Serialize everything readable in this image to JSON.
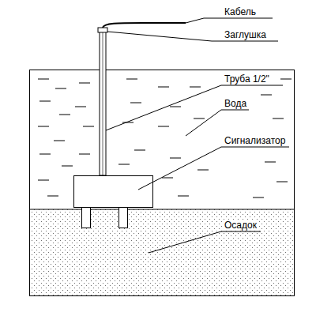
{
  "diagram": {
    "labels": [
      "Кабель",
      "Заглушка",
      "Труба 1/2\"",
      "Вода",
      "Сигнализатор",
      "Осадок"
    ]
  }
}
